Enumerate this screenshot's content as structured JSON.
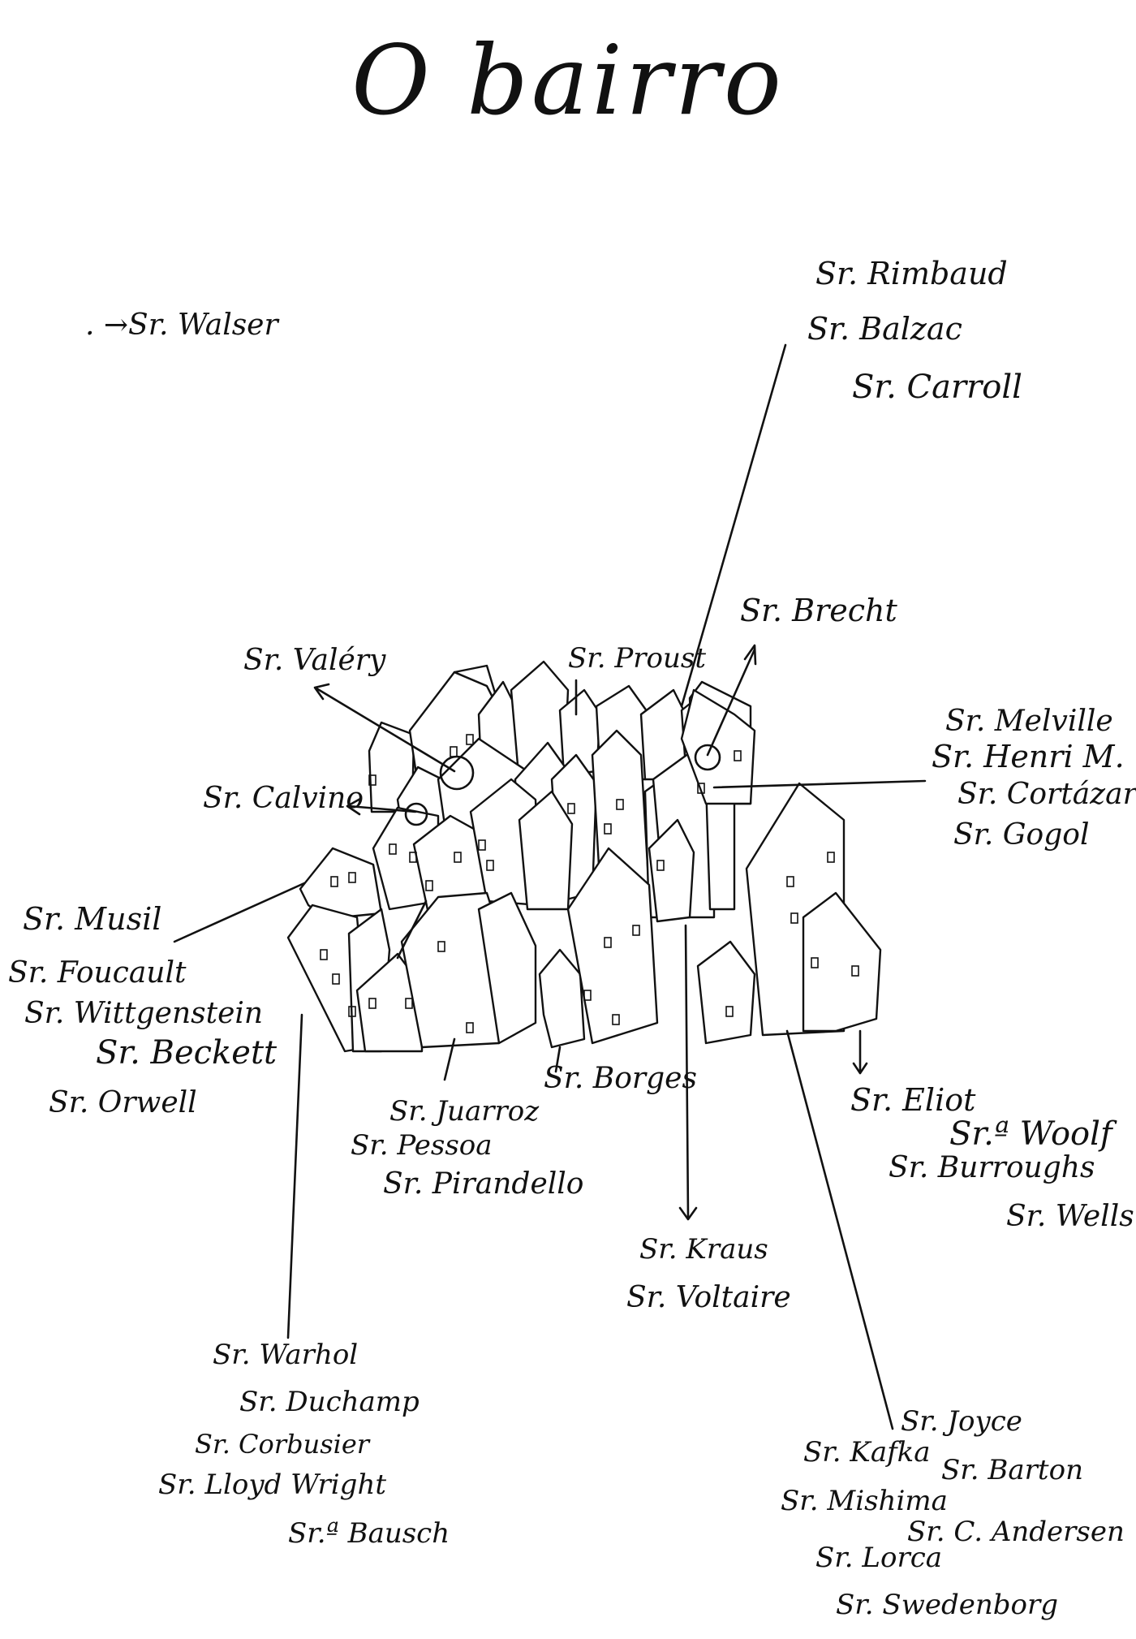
{
  "title": "O bairro",
  "streets": {
    "walser": ". →Sr. Walser",
    "rimbaud": "Sr. Rimbaud",
    "balzac": "Sr. Balzac",
    "carroll": "Sr. Carroll",
    "brecht": "Sr. Brecht",
    "valery": "Sr. Valéry",
    "proust": "Sr. Proust",
    "calvino": "Sr. Calvino",
    "melville": "Sr. Melville",
    "henri_m": "Sr. Henri M.",
    "cortazar": "Sr. Cortázar",
    "gogol": "Sr. Gogol",
    "musil": "Sr. Musil",
    "foucault": "Sr. Foucault",
    "wittgenstein": "Sr. Wittgenstein",
    "beckett": "Sr. Beckett",
    "orwell": "Sr. Orwell",
    "juarroz": "Sr. Juarroz",
    "pessoa": "Sr. Pessoa",
    "pirandello": "Sr. Pirandello",
    "borges": "Sr. Borges",
    "eliot": "Sr. Eliot",
    "woolf": "Sr.ª Woolf",
    "burroughs": "Sr. Burroughs",
    "wells": "Sr. Wells",
    "kraus": "Sr. Kraus",
    "voltaire": "Sr. Voltaire",
    "warhol": "Sr. Warhol",
    "duchamp": "Sr. Duchamp",
    "corbusier": "Sr. Corbusier",
    "lloyd_wright": "Sr. Lloyd Wright",
    "bausch": "Sr.ª Bausch",
    "joyce": "Sr. Joyce",
    "kafka": "Sr. Kafka",
    "mishima": "Sr. Mishima",
    "barton": "Sr. Barton",
    "andersen": "Sr. C. Andersen",
    "lorca": "Sr. Lorca",
    "swedenborg": "Sr. Swedenborg"
  }
}
